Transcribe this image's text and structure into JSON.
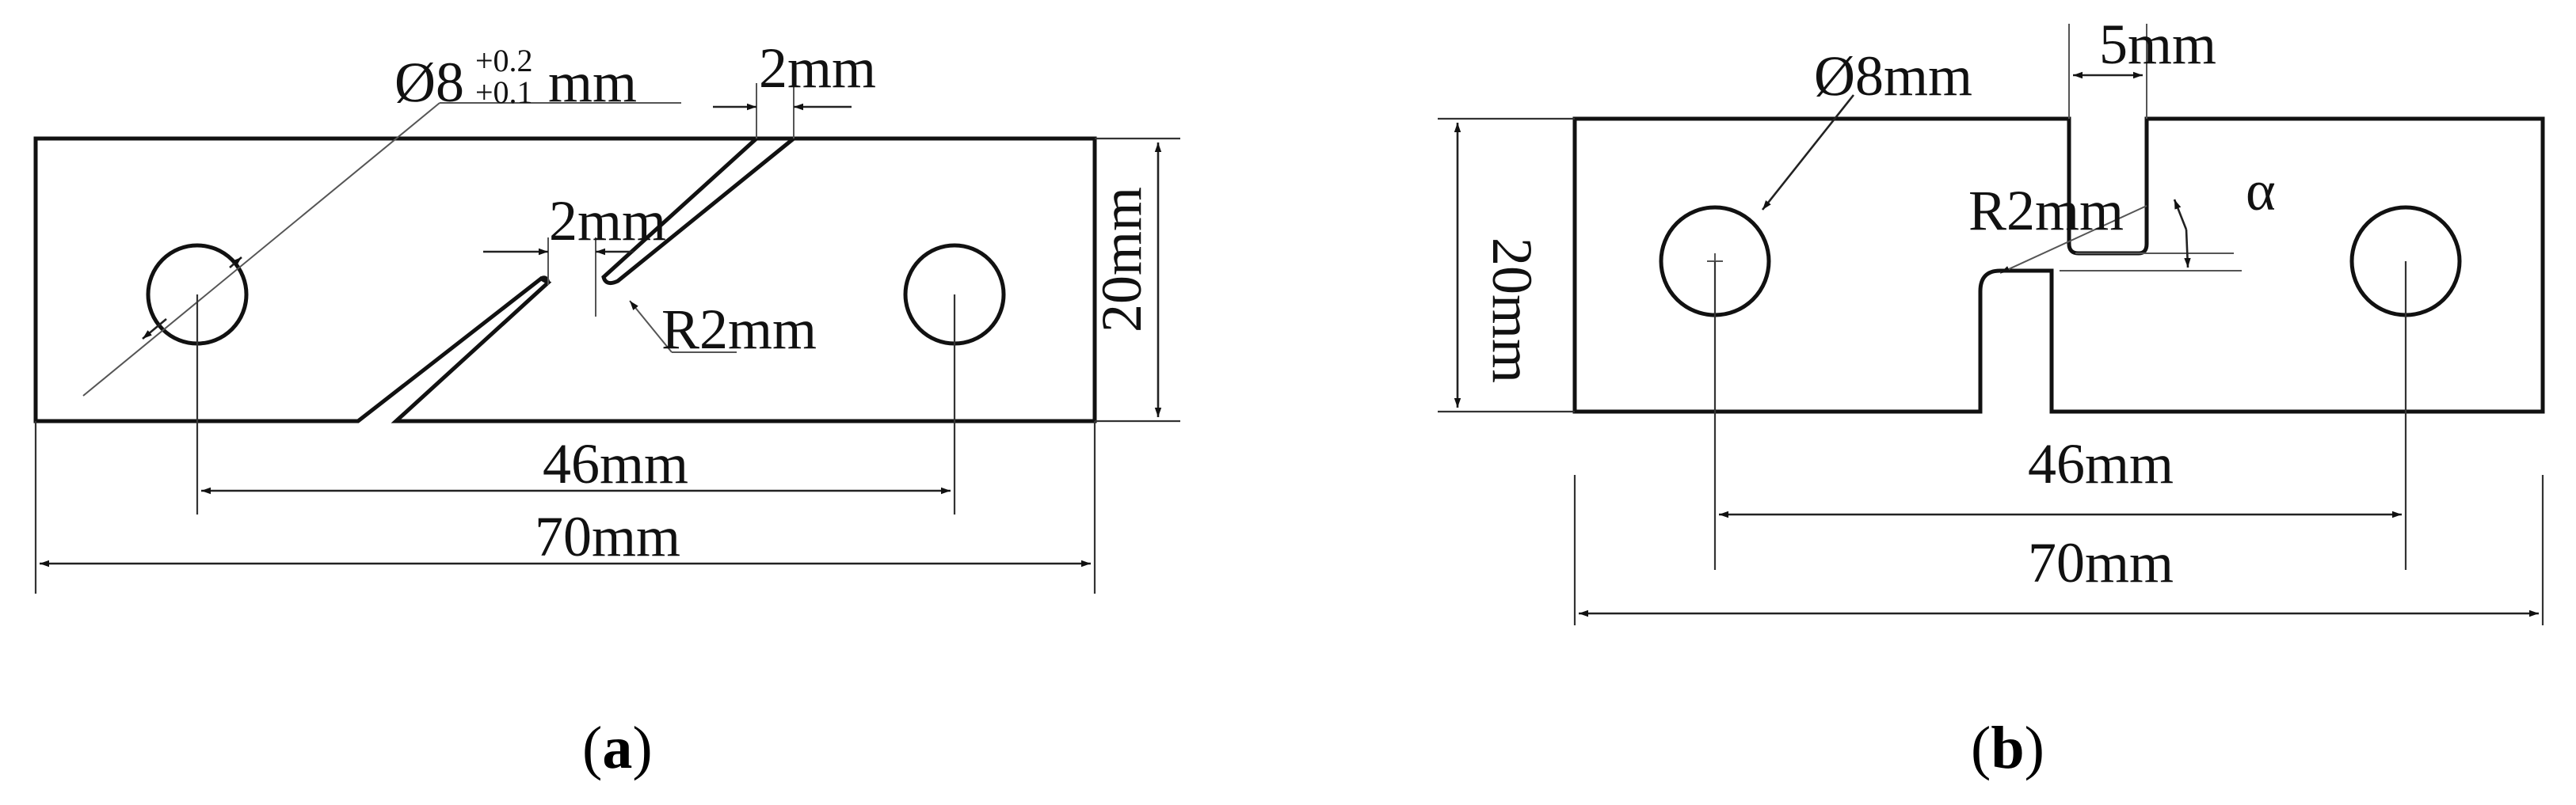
{
  "panel_a": {
    "caption_open": "(",
    "caption_letter": "a",
    "caption_close": ")",
    "hole_diameter_symbol": "Ø8",
    "hole_tol_upper": "+0.2",
    "hole_tol_lower": "+0.1",
    "hole_unit": "mm",
    "slot_width_top": "2mm",
    "slot_gap": "2mm",
    "radius": "R2mm",
    "height": "20mm",
    "hole_spacing": "46mm",
    "total_length": "70mm"
  },
  "panel_b": {
    "caption_open": "(",
    "caption_letter": "b",
    "caption_close": ")",
    "hole_diameter": "Ø8mm",
    "notch_width": "5mm",
    "radius": "R2mm",
    "angle": "α",
    "height": "20mm",
    "hole_spacing": "46mm",
    "total_length": "70mm"
  },
  "colors": {
    "line": "#111111",
    "background": "#ffffff"
  }
}
